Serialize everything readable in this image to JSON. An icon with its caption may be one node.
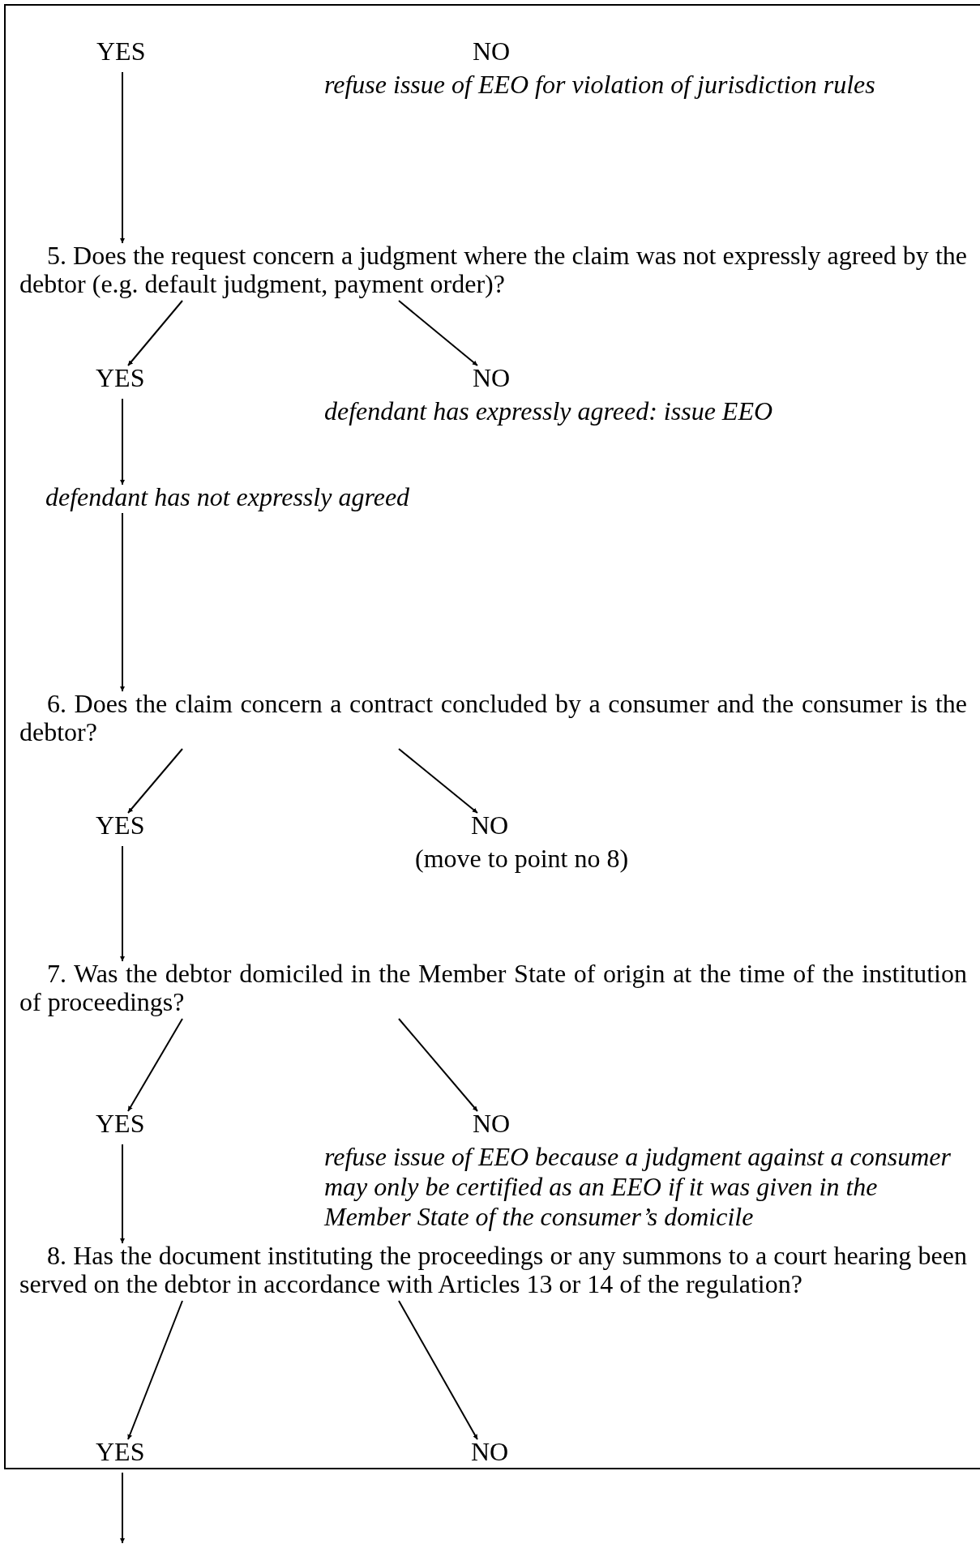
{
  "diagram": {
    "nodes": [
      {
        "text": [
          "YES"
        ]
      },
      {
        "text": [
          "NO",
          "refuse issue of EEO for violation of jurisdiction rules"
        ]
      },
      {
        "text": [
          "5. Does the request concern a judgment where the claim was not expressly agreed by the debtor (e.g. default judgment, payment order)?"
        ]
      },
      {
        "text": [
          "YES"
        ]
      },
      {
        "text": [
          "NO",
          "defendant has expressly agreed: issue EEO"
        ]
      },
      {
        "text": [
          "defendant has not expressly agreed"
        ]
      },
      {
        "text": [
          "6. Does the claim concern a contract concluded by a consumer and the consumer is the debtor?"
        ]
      },
      {
        "text": [
          "YES"
        ]
      },
      {
        "text": [
          "NO",
          "(move to point no 8)"
        ]
      },
      {
        "text": [
          "7. Was the debtor domiciled in the Member State of origin at the time of the institution of proceedings?"
        ]
      },
      {
        "text": [
          "YES"
        ]
      },
      {
        "text": [
          "NO",
          "refuse issue of EEO because a judgment against a consumer may only be certified as an EEO if it was given in the Member State of the consumer’s domicile"
        ]
      },
      {
        "text": [
          "8. Has the document instituting the proceedings or any summons to a court hearing been served on the debtor in accordance with Articles 13 or 14 of the regulation?"
        ]
      },
      {
        "text": [
          "YES"
        ]
      },
      {
        "text": [
          "NO"
        ]
      }
    ],
    "edges": [
      {
        "from": 0,
        "to": 2,
        "arrow": "to"
      },
      {
        "from": 2,
        "to": 3,
        "arrow": "to"
      },
      {
        "from": 2,
        "to": 4,
        "arrow": "to"
      },
      {
        "from": 3,
        "to": 5,
        "arrow": "to"
      },
      {
        "from": 5,
        "to": 6,
        "arrow": "to"
      },
      {
        "from": 6,
        "to": 7,
        "arrow": "to"
      },
      {
        "from": 6,
        "to": 8,
        "arrow": "to"
      },
      {
        "from": 7,
        "to": 9,
        "arrow": "to"
      },
      {
        "from": 9,
        "to": 10,
        "arrow": "to"
      },
      {
        "from": 9,
        "to": 11,
        "arrow": "to"
      },
      {
        "from": 10,
        "to": 12,
        "arrow": "to"
      },
      {
        "from": 12,
        "to": 13,
        "arrow": "to"
      },
      {
        "from": 12,
        "to": 14,
        "arrow": "to"
      },
      {
        "from": 13,
        "to": null,
        "arrow": "to"
      }
    ]
  }
}
